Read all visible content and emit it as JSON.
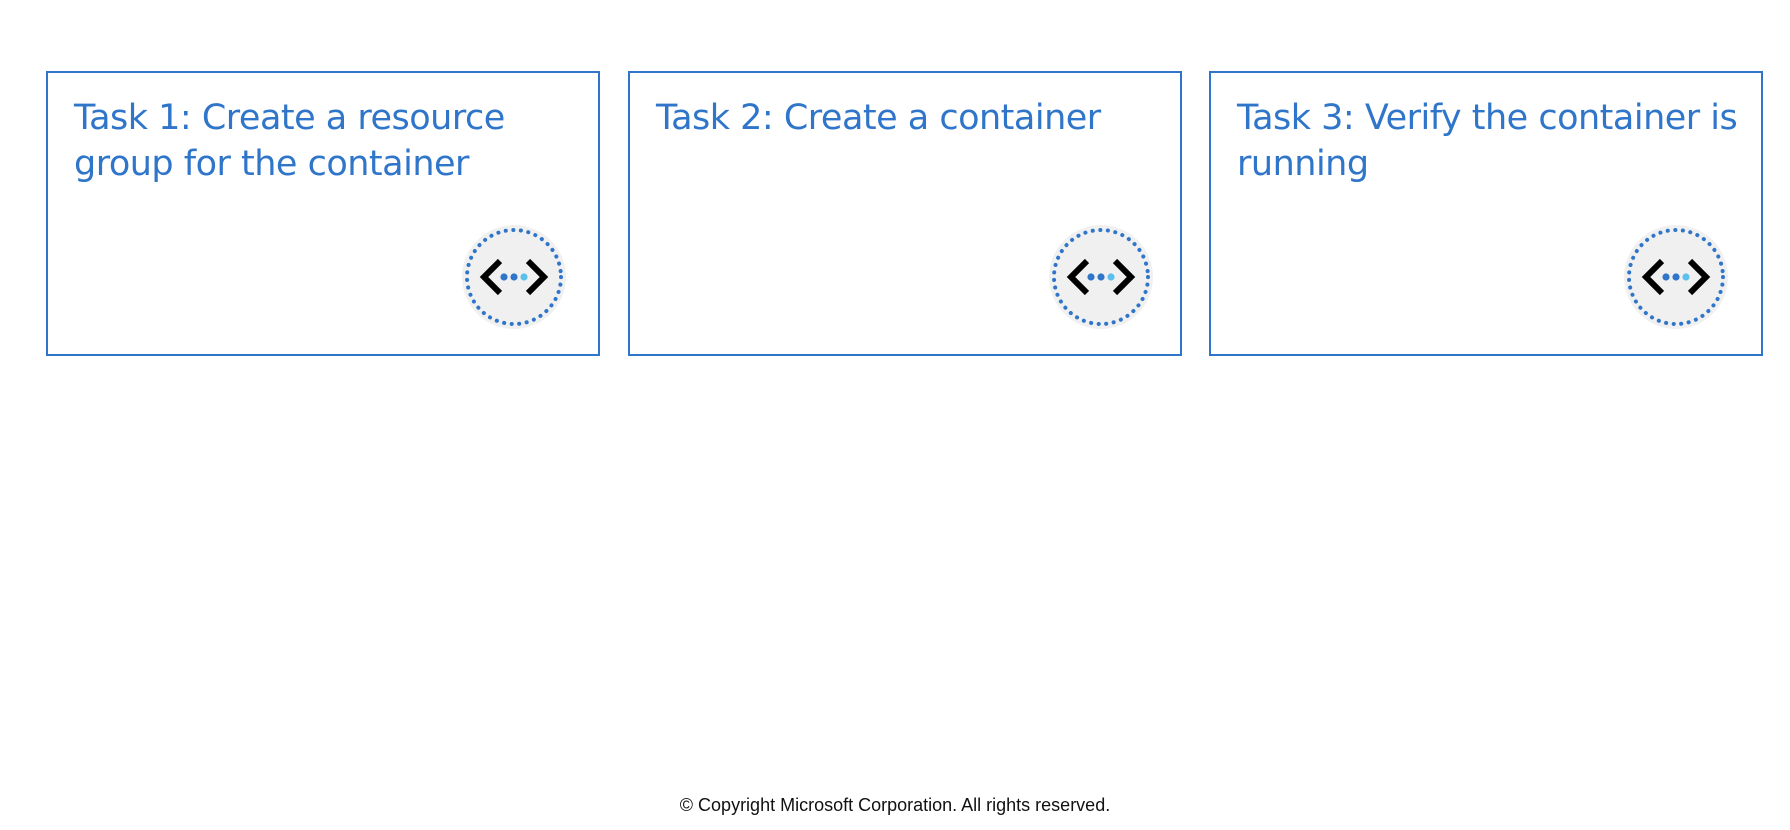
{
  "tasks": [
    {
      "title": "Task 1: Create a resource group for the container",
      "icon": "code-brackets-icon"
    },
    {
      "title": "Task 2: Create a container",
      "icon": "code-brackets-icon"
    },
    {
      "title": "Task 3: Verify the container is running",
      "icon": "code-brackets-icon"
    }
  ],
  "footer": {
    "copyright": "© Copyright Microsoft Corporation. All rights reserved."
  },
  "colors": {
    "accent": "#2f75c9",
    "badge_bg": "#f0f0f0",
    "dot_light": "#5bc0eb",
    "bracket": "#000000"
  }
}
